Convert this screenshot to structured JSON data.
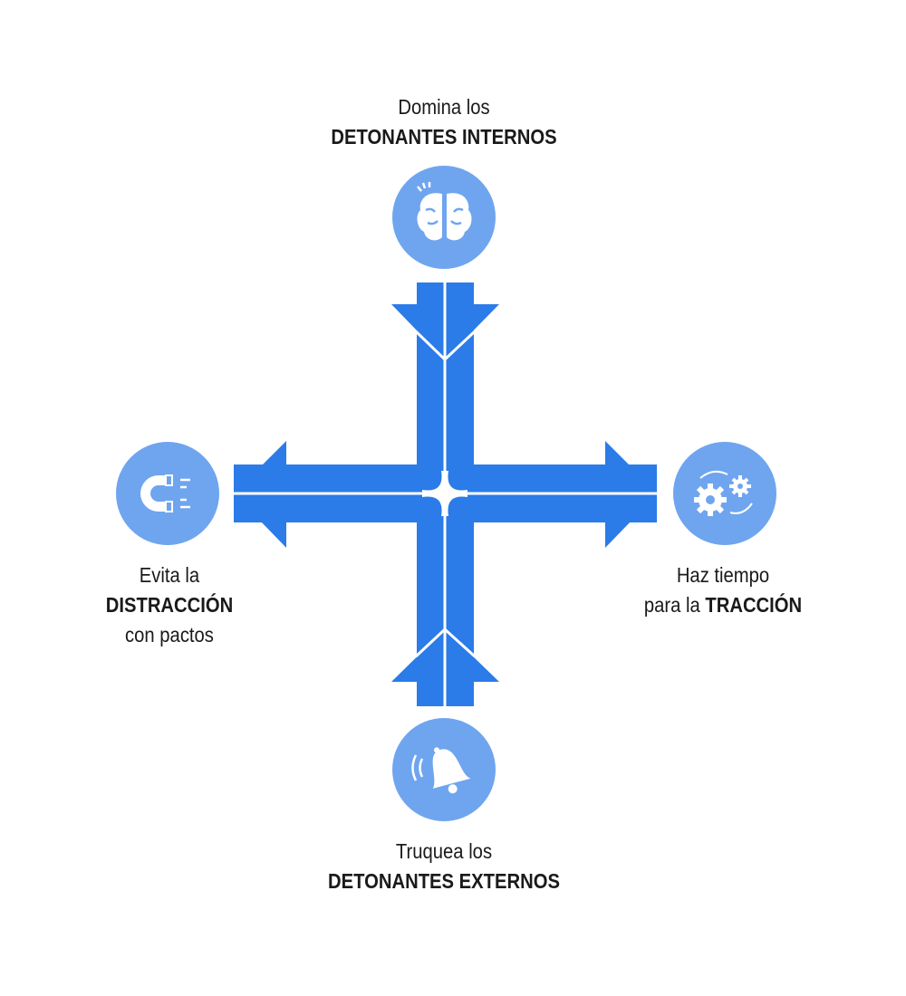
{
  "colors": {
    "arrow": "#2b7be9",
    "circle": "#6fa5ef",
    "text": "#1a1a1a"
  },
  "nodes": {
    "top": {
      "line1": "Domina los",
      "bold": "DETONANTES INTERNOS",
      "icon": "brain-icon"
    },
    "left": {
      "line1": "Evita la",
      "bold": "DISTRACCIÓN",
      "line3": "con pactos",
      "icon": "magnet-icon"
    },
    "right": {
      "line1": "Haz tiempo",
      "line2_prefix": "para la ",
      "bold": "TRACCIÓN",
      "icon": "gears-icon"
    },
    "bottom": {
      "line1": "Truquea los",
      "bold": "DETONANTES EXTERNOS",
      "icon": "bell-icon"
    }
  }
}
